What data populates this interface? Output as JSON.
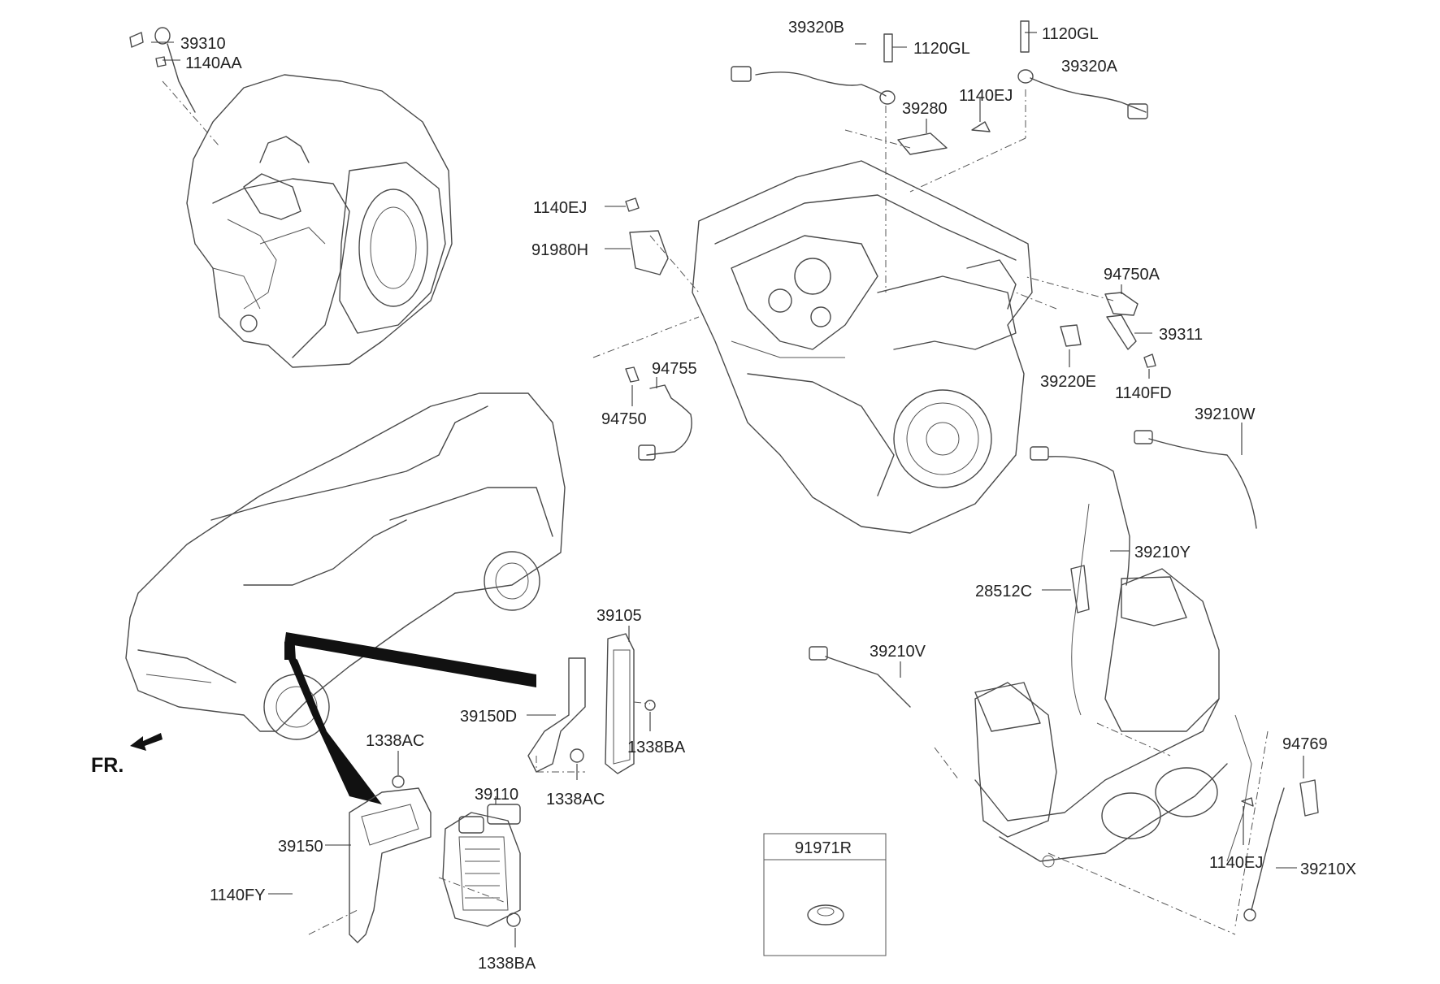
{
  "colors": {
    "line": "#4a4a4a",
    "text": "#222222",
    "background": "#ffffff"
  },
  "parts": {
    "p39310": "39310",
    "p1140AA": "1140AA",
    "p39320B": "39320B",
    "p1120GL_a": "1120GL",
    "p1120GL_b": "1120GL",
    "p39320A": "39320A",
    "p39280": "39280",
    "p1140EJ_top": "1140EJ",
    "p1140EJ_left": "1140EJ",
    "p91980H": "91980H",
    "p94750A": "94750A",
    "p39311": "39311",
    "p39220E": "39220E",
    "p1140FD": "1140FD",
    "p94755": "94755",
    "p94750": "94750",
    "p39210W": "39210W",
    "p39210Y": "39210Y",
    "p28512C": "28512C",
    "p39105": "39105",
    "p39150D": "39150D",
    "p1338BA_mid": "1338BA",
    "p1338AC_mid": "1338AC",
    "p1338AC_left": "1338AC",
    "p39210V": "39210V",
    "p94769": "94769",
    "p39110": "39110",
    "p39150": "39150",
    "p1140FY": "1140FY",
    "p1338BA_bottom": "1338BA",
    "p91971R": "91971R",
    "p1140EJ_right": "1140EJ",
    "p39210X": "39210X"
  },
  "front_indicator": "FR."
}
